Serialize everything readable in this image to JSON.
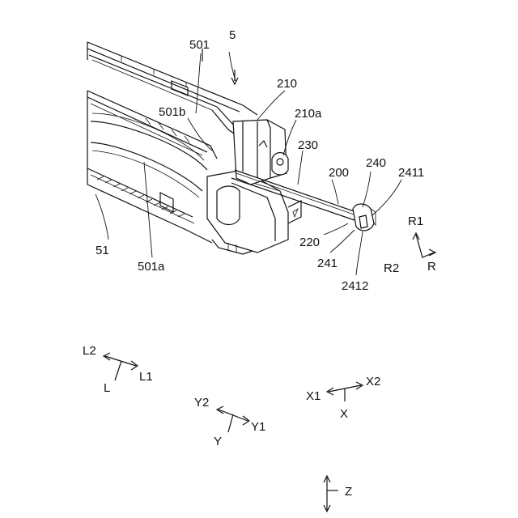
{
  "labels": {
    "l5": "5",
    "l501": "501",
    "l210": "210",
    "l501b": "501b",
    "l210a": "210a",
    "l230": "230",
    "l200": "200",
    "l240": "240",
    "l2411": "2411",
    "l51": "51",
    "l501a": "501a",
    "l220": "220",
    "l241": "241",
    "l2412": "2412",
    "R1": "R1",
    "R2": "R2",
    "R": "R",
    "L2": "L2",
    "L1": "L1",
    "L": "L",
    "X1": "X1",
    "X2": "X2",
    "X": "X",
    "Y2": "Y2",
    "Y1": "Y1",
    "Y": "Y",
    "Z": "Z"
  }
}
